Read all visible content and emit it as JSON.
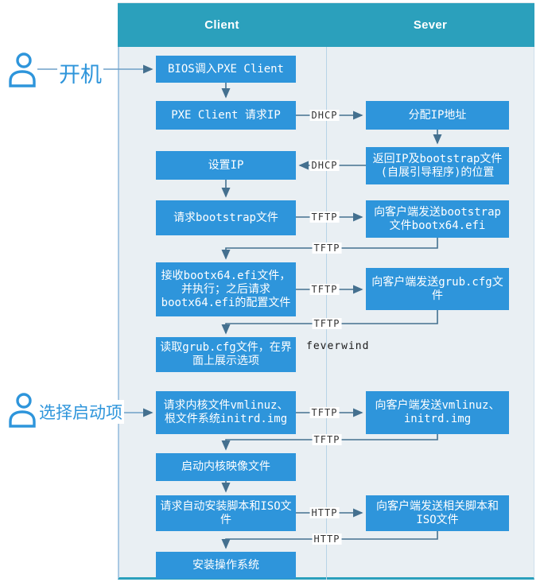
{
  "header": {
    "client": "Client",
    "server": "Sever"
  },
  "actors": [
    {
      "label": "开机"
    },
    {
      "label": "选择启动项"
    }
  ],
  "client_boxes": [
    {
      "label": "BIOS调入PXE Client"
    },
    {
      "label": "PXE Client 请求IP"
    },
    {
      "label": "设置IP"
    },
    {
      "label": "请求bootstrap文件"
    },
    {
      "label": "接收bootx64.efi文件，并执行；之后请求bootx64.efi的配置文件"
    },
    {
      "label": "读取grub.cfg文件，在界面上展示选项"
    },
    {
      "label": "请求内核文件vmlinuz、根文件系统initrd.img"
    },
    {
      "label": "启动内核映像文件"
    },
    {
      "label": "请求自动安装脚本和ISO文件"
    },
    {
      "label": "安装操作系统"
    }
  ],
  "server_boxes": [
    {
      "label": "分配IP地址"
    },
    {
      "label": "返回IP及bootstrap文件(自展引导程序)的位置"
    },
    {
      "label": "向客户端发送bootstrap文件bootx64.efi"
    },
    {
      "label": "向客户端发送grub.cfg文件"
    },
    {
      "label": "向客户端发送vmlinuz、initrd.img"
    },
    {
      "label": "向客户端发送相关脚本和ISO文件"
    }
  ],
  "protocol_labels": [
    {
      "text": "DHCP"
    },
    {
      "text": "DHCP"
    },
    {
      "text": "TFTP"
    },
    {
      "text": "TFTP"
    },
    {
      "text": "TFTP"
    },
    {
      "text": "TFTP"
    },
    {
      "text": "TFTP"
    },
    {
      "text": "TFTP"
    },
    {
      "text": "HTTP"
    },
    {
      "text": "HTTP"
    }
  ],
  "watermark": "feverwind",
  "colors": {
    "header_teal": "#2BA0BC",
    "box_blue": "#2E95DB",
    "lane_bg": "#E9EFF3",
    "arrow": "#44708F",
    "actor_blue": "#2E95DB"
  }
}
